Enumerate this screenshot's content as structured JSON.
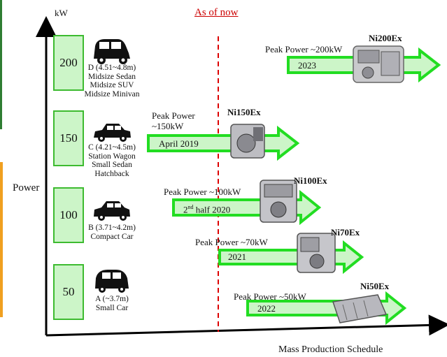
{
  "axis": {
    "y_unit": "kW",
    "y_label": "Power",
    "x_label": "Mass Production Schedule"
  },
  "marker": {
    "label": "As of now",
    "color": "#cc0000"
  },
  "colors": {
    "box_fill": "#ccf5c8",
    "box_border": "#3dbb30",
    "arrow_fill": "#ccf5c8",
    "arrow_border": "#22dd22"
  },
  "power_levels": [
    {
      "value": "200",
      "car_class": "D (4.51~4.8m)",
      "car_types": [
        "Midsize Sedan",
        "Midsize SUV",
        "Midsize Minivan"
      ],
      "icon": "suv-icon"
    },
    {
      "value": "150",
      "car_class": "C (4.21~4.5m)",
      "car_types": [
        "Station Wagon",
        "Small Sedan",
        "Hatchback"
      ],
      "icon": "sedan-icon"
    },
    {
      "value": "100",
      "car_class": "B (3.71~4.2m)",
      "car_types": [
        "Compact Car"
      ],
      "icon": "compact-car-icon"
    },
    {
      "value": "50",
      "car_class": "A (~3.7m)",
      "car_types": [
        "Small Car"
      ],
      "icon": "small-car-icon"
    }
  ],
  "products": [
    {
      "name": "Ni200Ex",
      "peak_power": "Peak Power ~200kW",
      "schedule": "2023"
    },
    {
      "name": "Ni150Ex",
      "peak_power_line1": "Peak Power",
      "peak_power_line2": "~150kW",
      "schedule": "April 2019"
    },
    {
      "name": "Ni100Ex",
      "peak_power": "Peak Power ~100kW",
      "schedule_prefix": "2",
      "schedule_sup": "nd",
      "schedule_suffix": " half 2020"
    },
    {
      "name": "Ni70Ex",
      "peak_power": "Peak Power ~70kW",
      "schedule": "2021"
    },
    {
      "name": "Ni50Ex",
      "peak_power": "Peak Power ~50kW",
      "schedule": "2022"
    }
  ]
}
